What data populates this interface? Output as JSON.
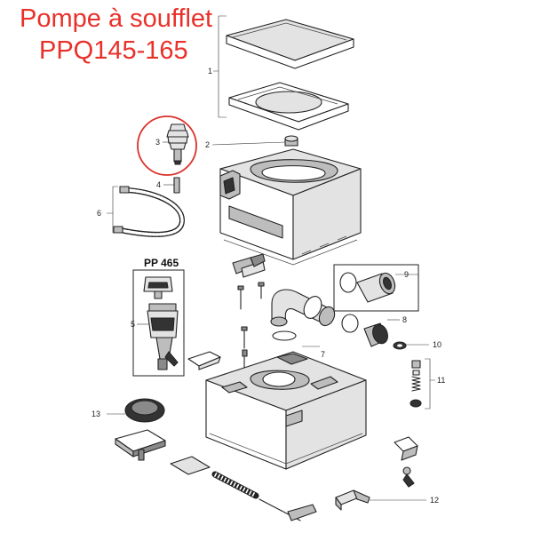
{
  "title": {
    "line1": "Pompe à soufflet",
    "line2": "PPQ145-165",
    "color": "#e8312a"
  },
  "inset_label": "PP 465",
  "highlight_color": "#d9322b",
  "callouts": [
    {
      "id": "c1",
      "label": "1"
    },
    {
      "id": "c2",
      "label": "2"
    },
    {
      "id": "c3",
      "label": "3"
    },
    {
      "id": "c4",
      "label": "4"
    },
    {
      "id": "c5",
      "label": "5"
    },
    {
      "id": "c6",
      "label": "6"
    },
    {
      "id": "c7",
      "label": "7"
    },
    {
      "id": "c8",
      "label": "8"
    },
    {
      "id": "c9",
      "label": "9"
    },
    {
      "id": "c10",
      "label": "10"
    },
    {
      "id": "c11",
      "label": "11"
    },
    {
      "id": "c12",
      "label": "12"
    },
    {
      "id": "c13",
      "label": "13"
    }
  ]
}
